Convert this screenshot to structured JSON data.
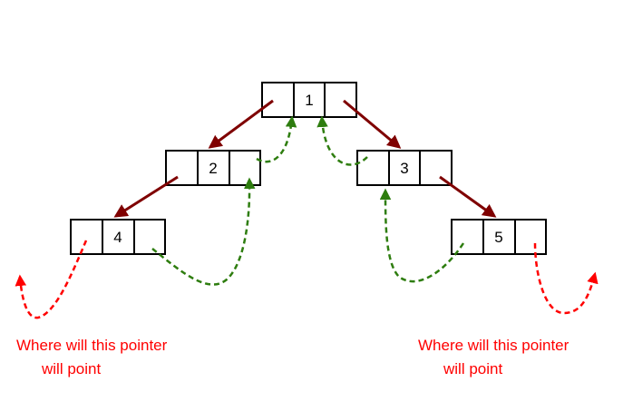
{
  "nodes": [
    {
      "id": "n1",
      "label": "1"
    },
    {
      "id": "n2",
      "label": "2"
    },
    {
      "id": "n3",
      "label": "3"
    },
    {
      "id": "n4",
      "label": "4"
    },
    {
      "id": "n5",
      "label": "5"
    }
  ],
  "captions": {
    "left_line1": "Where will this pointer",
    "left_line2": "will point",
    "right_line1": "Where will this pointer",
    "right_line2": "will point"
  },
  "colors": {
    "child_pointer": "#7f0000",
    "thread_pointer": "#2e7d0f",
    "null_pointer": "#ff0000",
    "box_stroke": "#000000"
  }
}
